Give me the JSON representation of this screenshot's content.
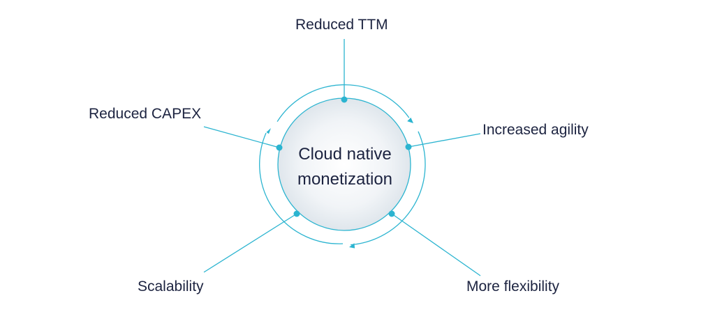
{
  "diagram": {
    "center_lines": [
      "Cloud native",
      "monetization"
    ],
    "benefits": [
      {
        "id": "ttm",
        "label": "Reduced TTM"
      },
      {
        "id": "agility",
        "label": "Increased agility"
      },
      {
        "id": "flexibility",
        "label": "More flexibility"
      },
      {
        "id": "scalability",
        "label": "Scalability"
      },
      {
        "id": "capex",
        "label": "Reduced CAPEX"
      }
    ],
    "colors": {
      "accent": "#2bb4d0",
      "text": "#1c2340",
      "circle_fill_center": "#ffffff",
      "circle_fill_edge": "#dfe6ec"
    }
  }
}
